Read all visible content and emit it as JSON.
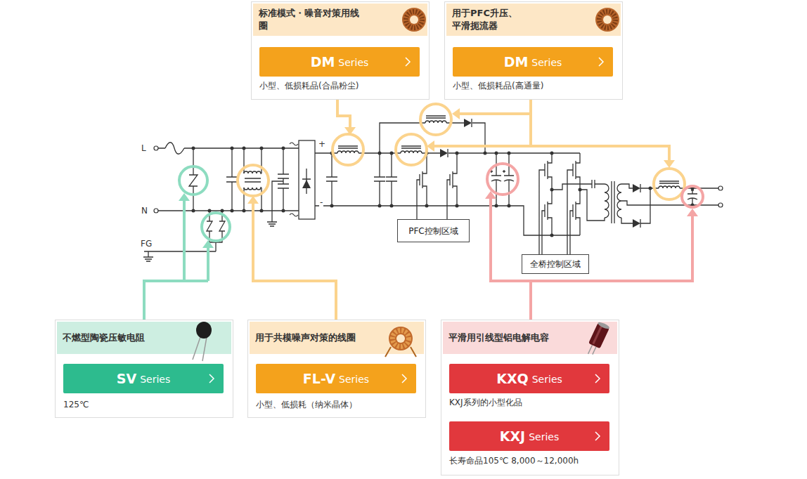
{
  "diagram": {
    "nodes": [
      {
        "text": [
          "标准模式・噪音对策用线圈",
          "小型、低损耗品(合晶粉尘)"
        ]
      },
      {
        "text": [
          "DM",
          "Series"
        ],
        "in": 0
      },
      {
        "text": [
          "用于PFC升压、平滑扼流器",
          "小型、低损耗品(高通量)"
        ]
      },
      {
        "text": [
          "DM",
          "Series"
        ],
        "in": 2
      },
      {
        "text": [
          "PFC控制区域"
        ]
      },
      {
        "text": [
          "全桥控制区域"
        ]
      },
      {
        "text": [
          "不燃型陶瓷压敏电阻",
          "125℃"
        ]
      },
      {
        "text": [
          "SV",
          "Series"
        ],
        "in": 6
      },
      {
        "text": [
          "用于共模噪声对策的线圈",
          "小型、低损耗（纳米晶体）"
        ]
      },
      {
        "text": [
          "FL-V",
          "Series"
        ],
        "in": 8
      },
      {
        "text": [
          "平滑用引线型铝电解电容",
          "KXJ系列的小型化品",
          "长寿命品105℃ 8,000～12,000h"
        ]
      },
      {
        "text": [
          "KXQ",
          "Series"
        ],
        "in": 10
      },
      {
        "text": [
          "KXJ",
          "Series"
        ],
        "in": 10
      }
    ],
    "labels": [
      "L",
      "N",
      "FG",
      "+",
      "-"
    ]
  }
}
